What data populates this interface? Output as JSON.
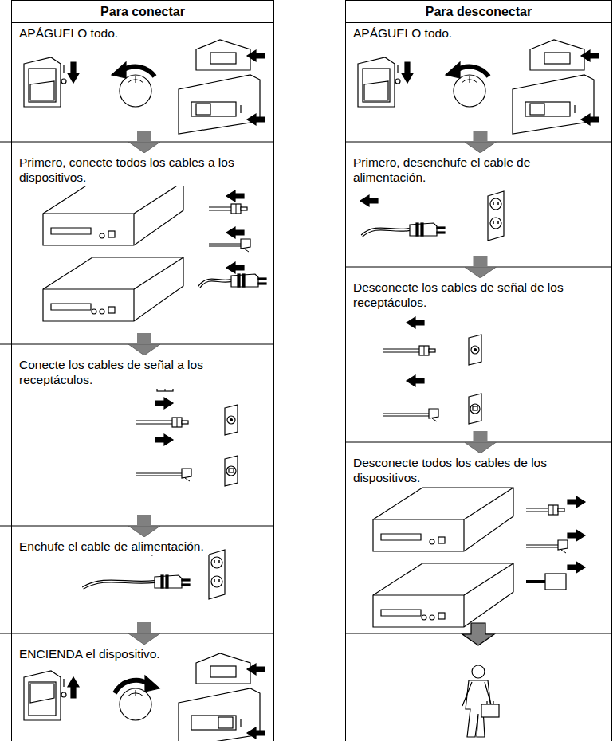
{
  "diagram": {
    "nodes": [
      {
        "text": [
          "Para conectar"
        ]
      },
      {
        "text": [
          "APÁGUELO todo."
        ],
        "in": 0
      },
      {
        "text": [
          "Primero, conecte todos los cables a los dispositivos."
        ],
        "in": 0
      },
      {
        "text": [
          "Conecte los cables de señal a los receptáculos."
        ],
        "in": 0
      },
      {
        "text": [
          "Enchufe el cable de alimentación."
        ],
        "in": 0
      },
      {
        "text": [
          "ENCIENDA el dispositivo."
        ],
        "in": 0
      },
      {
        "text": [
          "Para desconectar"
        ]
      },
      {
        "text": [
          "APÁGUELO todo."
        ],
        "in": 6
      },
      {
        "text": [
          "Primero, desenchufe el cable de alimentación."
        ],
        "in": 6
      },
      {
        "text": [
          "Desconecte los cables de señal de los receptáculos."
        ],
        "in": 6
      },
      {
        "text": [
          "Desconecte todos los cables de los dispositivos."
        ],
        "in": 6
      }
    ],
    "edges": [
      {
        "from": 1,
        "to": 2,
        "arrow": "to"
      },
      {
        "from": 2,
        "to": 3,
        "arrow": "to"
      },
      {
        "from": 3,
        "to": 4,
        "arrow": "to"
      },
      {
        "from": 4,
        "to": 5,
        "arrow": "to"
      },
      {
        "from": 7,
        "to": 8,
        "arrow": "to"
      },
      {
        "from": 8,
        "to": 9,
        "arrow": "to"
      },
      {
        "from": 9,
        "to": 10,
        "arrow": "to"
      }
    ]
  }
}
